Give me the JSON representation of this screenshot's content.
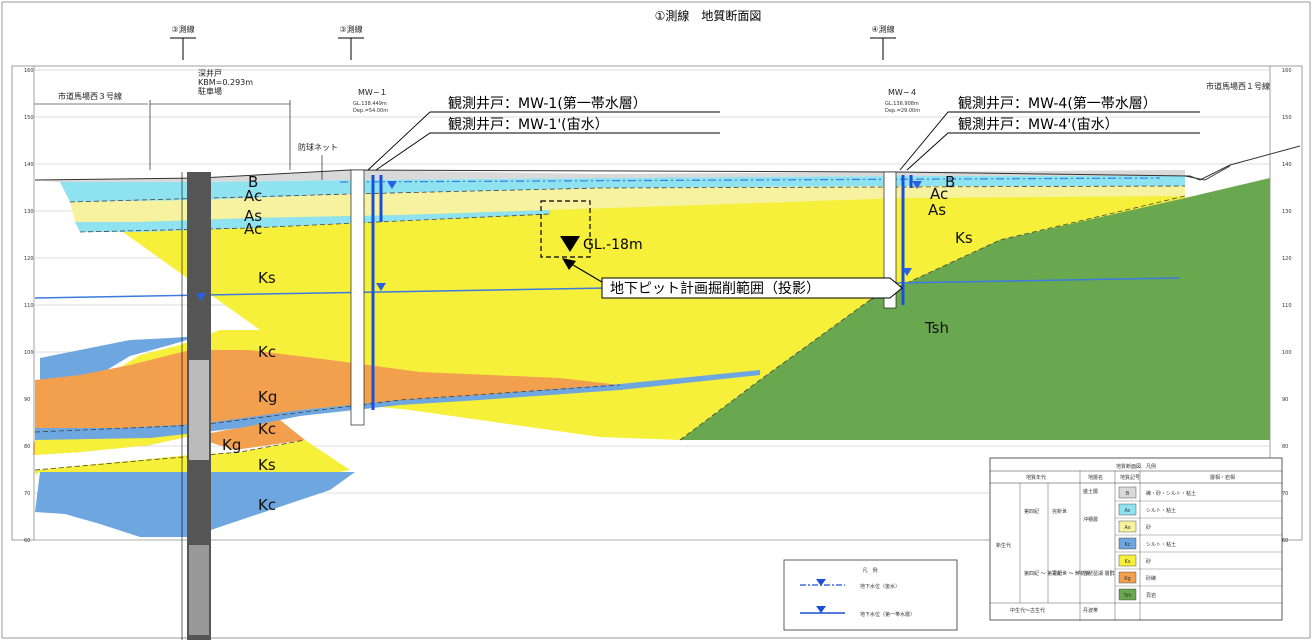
{
  "title": "①測線　地質断面図",
  "cross_lines": [
    "③測線",
    "③測線",
    "④測線"
  ],
  "roads": {
    "left": "市道馬場西３号線",
    "right": "市道馬場西１号線"
  },
  "well": {
    "name": "深井戸",
    "kbm": "KBM=0.293m",
    "place": "駐車場"
  },
  "net_label": "防球ネット",
  "mw1": {
    "name": "MW−１",
    "gl": "GL.138.449m",
    "dep": "Dep.=54.00m"
  },
  "mw4": {
    "name": "MW−４",
    "gl": "GL.136.908m",
    "dep": "Dep.=29.00m"
  },
  "callouts": {
    "mw1_main": "観測井戸：MW-1(第一帯水層）",
    "mw1_sub": "観測井戸：MW-1'(宙水）",
    "mw4_main": "観測井戸：MW-4(第一帯水層）",
    "mw4_sub": "観測井戸：MW-4'(宙水）",
    "gl": "GL.-18m",
    "pit": "地下ピット計画掘削範囲（投影）"
  },
  "layers": {
    "B": "B",
    "Ac": "Ac",
    "As": "As",
    "Ks": "Ks",
    "Kc": "Kc",
    "Kg": "Kg",
    "Tsh": "Tsh"
  },
  "colors": {
    "B": "#d9d9d9",
    "Ac": "#8fe3f0",
    "As": "#f6f2a0",
    "Ks": "#f7f03a",
    "Kc": "#6ea6e0",
    "Kg": "#f2a04e",
    "Tsh": "#6aa84f",
    "water": "#1a4fd6"
  },
  "elev_ticks": [
    "160",
    "150",
    "140",
    "130",
    "120",
    "110",
    "100",
    "90",
    "80",
    "70",
    "60"
  ],
  "water_legend": {
    "title": "凡　例",
    "perched": "地下水位（宙水）",
    "first": "地下水位（第一帯水層）"
  },
  "strata_legend": {
    "title": "地質断面図　凡例",
    "headers": [
      "地質年代",
      "",
      "地層名",
      "地質記号",
      "層相・岩相"
    ],
    "era_cenozoic": "新生代",
    "era_meso": "中生代〜古生代",
    "q1": "第四紀",
    "holo": "完新世",
    "q2": "第四紀\n〜\n第三紀",
    "pleis": "更新世\n〜\n鮮新世",
    "fill": "盛土層",
    "alluvium": "沖積層",
    "kobe": "古琵琶湖\n層群",
    "tanba": "丹波帯",
    "rows": [
      {
        "sym": "B",
        "desc": "礫・砂・シルト・粘土"
      },
      {
        "sym": "Ac",
        "desc": "シルト・粘土"
      },
      {
        "sym": "As",
        "desc": "砂"
      },
      {
        "sym": "Kc",
        "desc": "シルト・粘土"
      },
      {
        "sym": "Ks",
        "desc": "砂"
      },
      {
        "sym": "Kg",
        "desc": "砂礫"
      },
      {
        "sym": "Tsh",
        "desc": "頁岩"
      }
    ]
  }
}
